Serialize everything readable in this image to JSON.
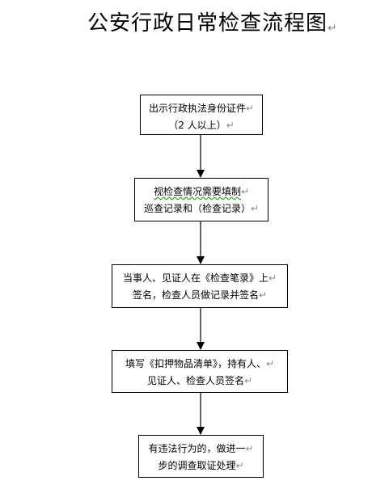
{
  "title": "公安行政日常检查流程图",
  "paragraph_mark": "↵",
  "steps": [
    {
      "lines": [
        "出示行政执法身份证件",
        "（2 人以上）"
      ]
    },
    {
      "lines": [
        "视检查情况需要填制",
        "巡查记录和（检查记录）"
      ]
    },
    {
      "lines": [
        "当事人、见证人在《检查笔录》上",
        "签名，检查人员做记录并签名"
      ]
    },
    {
      "lines": [
        "填写《扣押物品清单》，持有人、",
        "见证人、检查人员签名"
      ]
    },
    {
      "lines": [
        "有违法行为的，做进一",
        "步的调查取证处理"
      ]
    }
  ]
}
